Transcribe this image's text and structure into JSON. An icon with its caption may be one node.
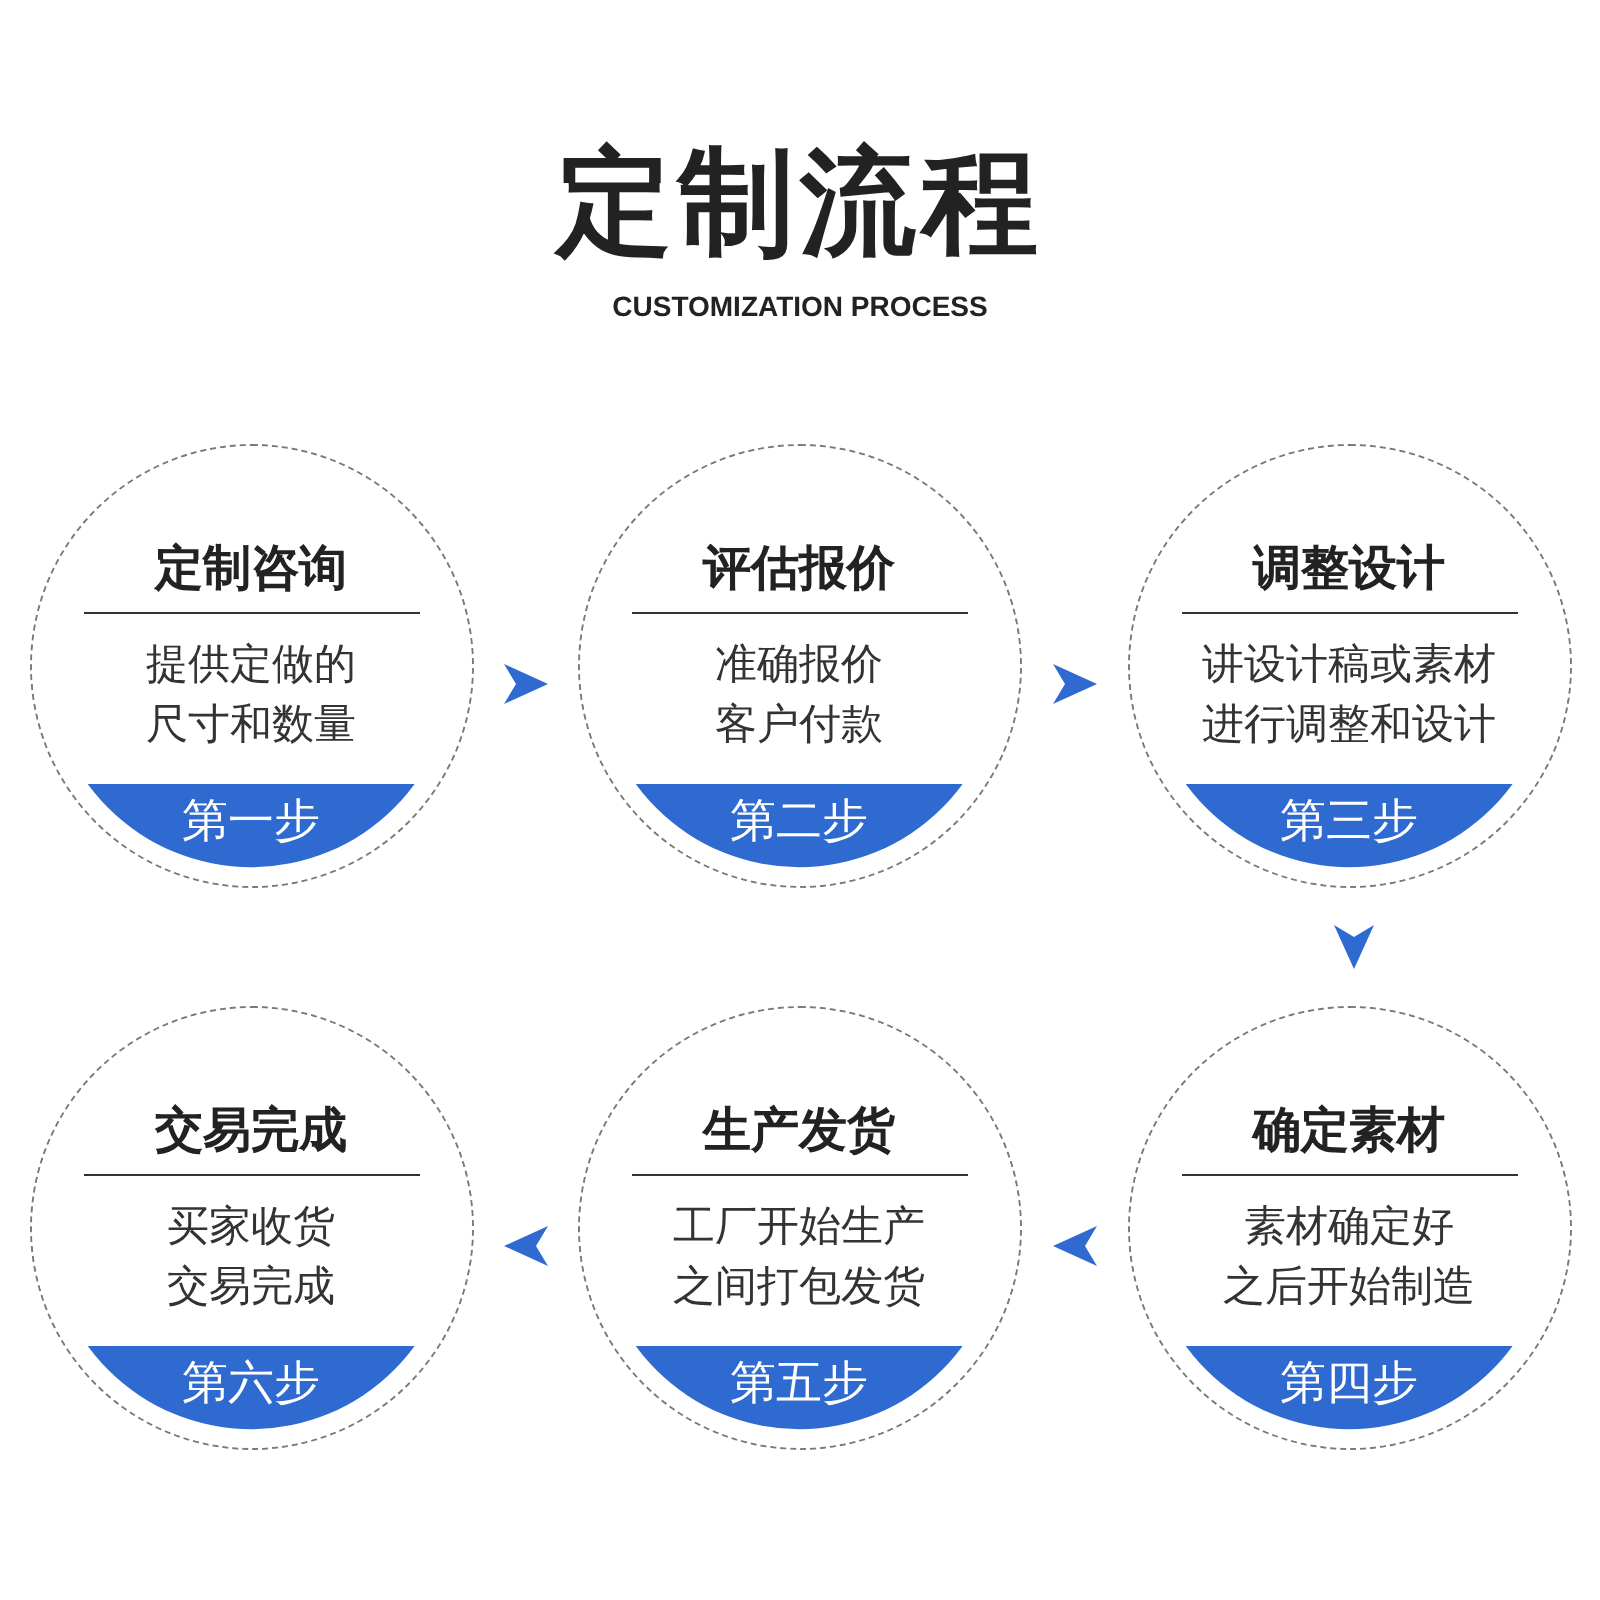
{
  "diagram": {
    "title": "定制流程",
    "nodes": [
      {
        "text": [
          "定制咨询",
          "提供定做的尺寸和数量"
        ]
      },
      {
        "text": [
          "第一步"
        ],
        "in": 0
      },
      {
        "text": [
          "评估报价",
          "准确报价客户付款"
        ]
      },
      {
        "text": [
          "第二步"
        ],
        "in": 2
      },
      {
        "text": [
          "调整设计",
          "讲设计稿或素材进行调整和设计"
        ]
      },
      {
        "text": [
          "第三步"
        ],
        "in": 4
      },
      {
        "text": [
          "确定素材",
          "素材确定好之后开始制造"
        ]
      },
      {
        "text": [
          "第四步"
        ],
        "in": 6
      },
      {
        "text": [
          "生产发货",
          "工厂开始生产之间打包发货"
        ]
      },
      {
        "text": [
          "第五步"
        ],
        "in": 8
      },
      {
        "text": [
          "交易完成",
          "买家收货交易完成"
        ]
      },
      {
        "text": [
          "第六步"
        ],
        "in": 10
      }
    ],
    "edges": [
      {
        "from": 0,
        "to": 2,
        "arrow": "to"
      },
      {
        "from": 2,
        "to": 4,
        "arrow": "to"
      },
      {
        "from": 4,
        "to": 6,
        "arrow": "to"
      },
      {
        "from": 6,
        "to": 8,
        "arrow": "to"
      },
      {
        "from": 8,
        "to": 10,
        "arrow": "to"
      }
    ],
    "labels": [
      "CUSTOMIZATION PROCESS"
    ]
  }
}
